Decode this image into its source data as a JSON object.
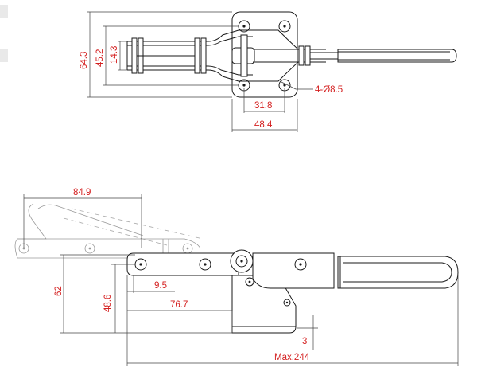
{
  "top_view": {
    "dims": {
      "overall_height": "64.3",
      "strap_height": "45.2",
      "bar_height": "14.3",
      "holes_callout": "4-Ø8.5",
      "hole_spacing": "31.8",
      "base_width": "48.4"
    }
  },
  "side_view": {
    "dims": {
      "reach": "84.9",
      "handle_up_height": "62",
      "bar_height": "48.6",
      "pivot_offset": "9.5",
      "bar_to_base": "76.7",
      "base_offset": "3",
      "overall_length": "Max.244"
    }
  },
  "colors": {
    "dimension_text": "#d42020",
    "line": "#1a1a1a"
  }
}
